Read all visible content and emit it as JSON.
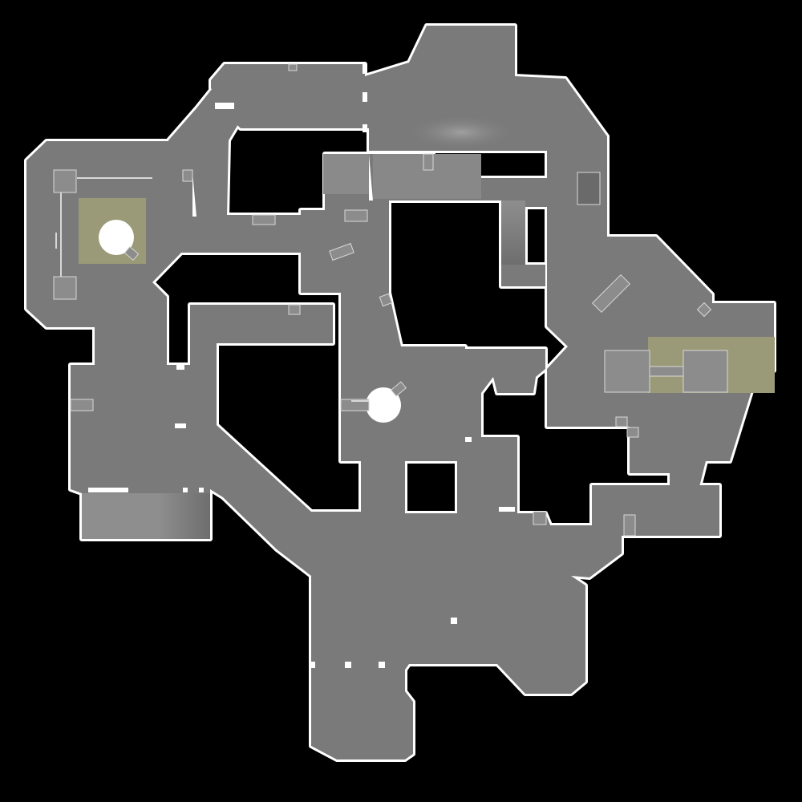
{
  "map": {
    "name": "",
    "colors": {
      "background": "#000000",
      "outline": "#ffffff",
      "floor": "#7a7a7a",
      "floor_light": "#8a8a8a",
      "floor_dark": "#6e6e6e",
      "site_highlight": "#9a9a78",
      "prop": "#8c8c8c",
      "prop_stroke": "#d8d8d8",
      "pillar": "#ffffff"
    },
    "sites": [
      {
        "id": "west-site",
        "highlighted": true
      },
      {
        "id": "east-site",
        "highlighted": true
      }
    ],
    "features": {
      "pillars": 2,
      "gates": 1
    }
  }
}
